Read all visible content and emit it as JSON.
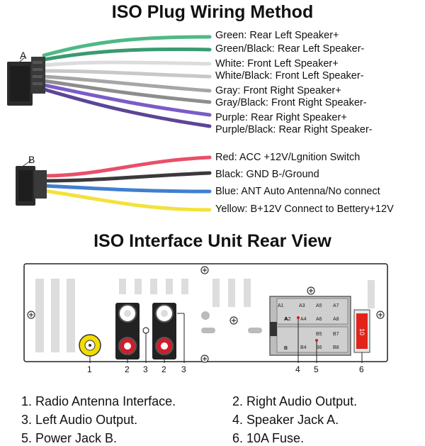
{
  "title_wiring": "ISO Plug Wiring Method",
  "title_rear": "ISO Interface Unit Rear View",
  "connector_a": {
    "letter": "A",
    "wires": [
      {
        "label": "Green: Rear Left Speaker+",
        "color": "#4fb886"
      },
      {
        "label": "Green/Black: Rear Left Speaker-",
        "color": "#3a9a70"
      },
      {
        "label": "White: Front Left Speaker+",
        "color": "#d9d9d9"
      },
      {
        "label": "White/Black: Front Left Speaker-",
        "color": "#c9c9c9"
      },
      {
        "label": "Gray: Front Right Speaker+",
        "color": "#a6a6a6"
      },
      {
        "label": "Gray/Black: Front Right Speaker-",
        "color": "#8d8d8d"
      },
      {
        "label": "Purple: Rear Right Speaker+",
        "color": "#7a5cc7"
      },
      {
        "label": "Purple/Black: Rear Right Speaker-",
        "color": "#5c4596"
      }
    ]
  },
  "connector_b": {
    "letter": "B",
    "wires": [
      {
        "label": "Red: ACC +12V/Lgnition Switch",
        "color": "#e8506a"
      },
      {
        "label": "Black: GND B-/Ground",
        "color": "#3a3a3a"
      },
      {
        "label": "Blue: ANT Auto Antenna/No connect",
        "color": "#3f7fd0"
      },
      {
        "label": "Yellow: B+12V Connect to Bettery+12V",
        "color": "#f2e23a"
      }
    ]
  },
  "rear_panel": {
    "callout_numbers": [
      "1",
      "2",
      "3",
      "2",
      "3",
      "4",
      "5",
      "6"
    ],
    "jack_a_letter": "A",
    "jack_b_letter": "B",
    "jack_a_pins": [
      "A1",
      "A3",
      "A5",
      "A7",
      "A2",
      "A4",
      "A6",
      "A8"
    ],
    "jack_b_pins": [
      "B5",
      "B7",
      "B4",
      "B6",
      "B8"
    ],
    "fuse_label": "10"
  },
  "legend": [
    "1. Radio Antenna Interface.",
    "2. Right Audio Output.",
    "3. Left Audio Output.",
    "4. Speaker Jack A.",
    "5. Power Jack B.",
    "6. 10A Fuse."
  ]
}
